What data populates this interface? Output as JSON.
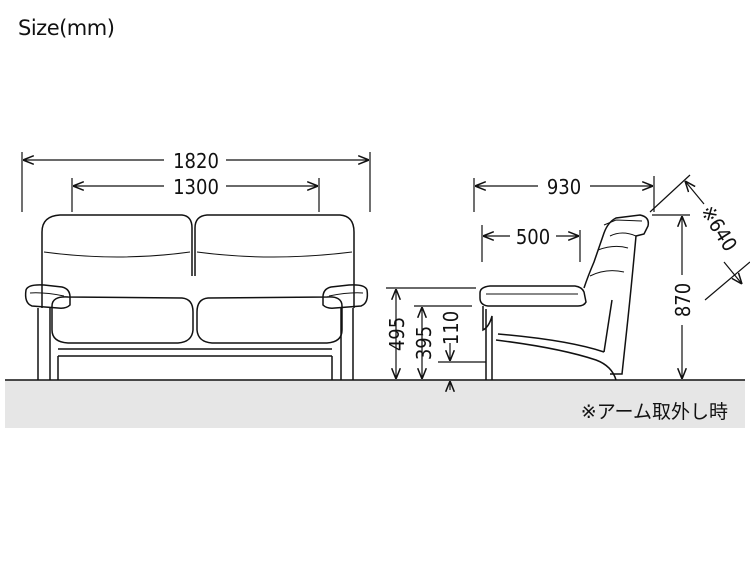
{
  "title": "Size(mm)",
  "dimensions": {
    "total_width": "1820",
    "seat_width": "1300",
    "total_depth": "930",
    "seat_depth": "500",
    "arm_removed_depth": "※640",
    "total_height": "870",
    "arm_height": "495",
    "seat_height": "395",
    "leg_clearance": "110"
  },
  "note": "※アーム取外し時"
}
